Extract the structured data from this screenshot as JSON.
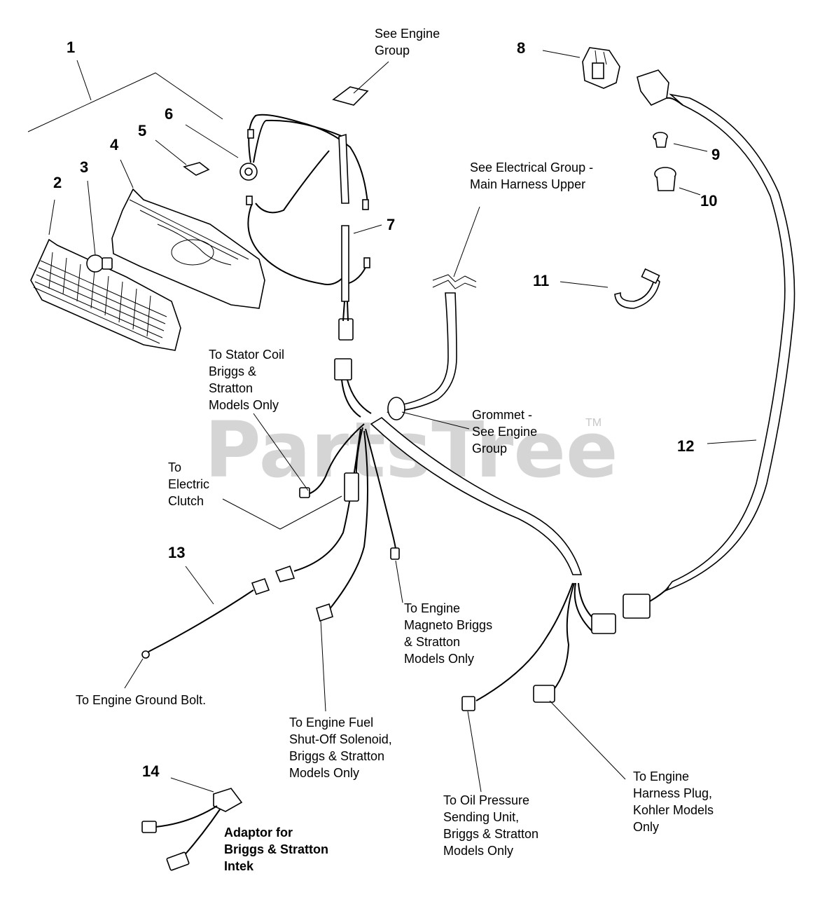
{
  "watermark": {
    "text": "PartsTree",
    "trademark": "TM"
  },
  "callouts": {
    "c1": "1",
    "c2": "2",
    "c3": "3",
    "c4": "4",
    "c5": "5",
    "c6": "6",
    "c7": "7",
    "c8": "8",
    "c9": "9",
    "c10": "10",
    "c11": "11",
    "c12": "12",
    "c13": "13",
    "c14": "14"
  },
  "notes": {
    "engine_group": [
      "See Engine",
      "Group"
    ],
    "electrical_group": [
      "See Electrical Group -",
      "Main Harness Upper"
    ],
    "stator_coil": [
      "To Stator Coil",
      "Briggs &",
      "Stratton",
      "Models Only"
    ],
    "grommet": [
      "Grommet -",
      "See Engine",
      "Group"
    ],
    "electric_clutch": [
      "To",
      "Electric",
      "Clutch"
    ],
    "ground_bolt": [
      "To Engine Ground Bolt."
    ],
    "magneto": [
      "To Engine",
      "Magneto Briggs",
      "& Stratton",
      "Models Only"
    ],
    "fuel_solenoid": [
      "To Engine Fuel",
      "Shut-Off Solenoid,",
      "Briggs & Stratton",
      "Models Only"
    ],
    "oil_pressure": [
      "To Oil Pressure",
      "Sending Unit,",
      "Briggs & Stratton",
      "Models Only"
    ],
    "harness_plug": [
      "To Engine",
      "Harness Plug,",
      "Kohler Models",
      "Only"
    ],
    "adaptor": [
      "Adaptor for",
      "Briggs & Stratton",
      "Intek"
    ]
  }
}
